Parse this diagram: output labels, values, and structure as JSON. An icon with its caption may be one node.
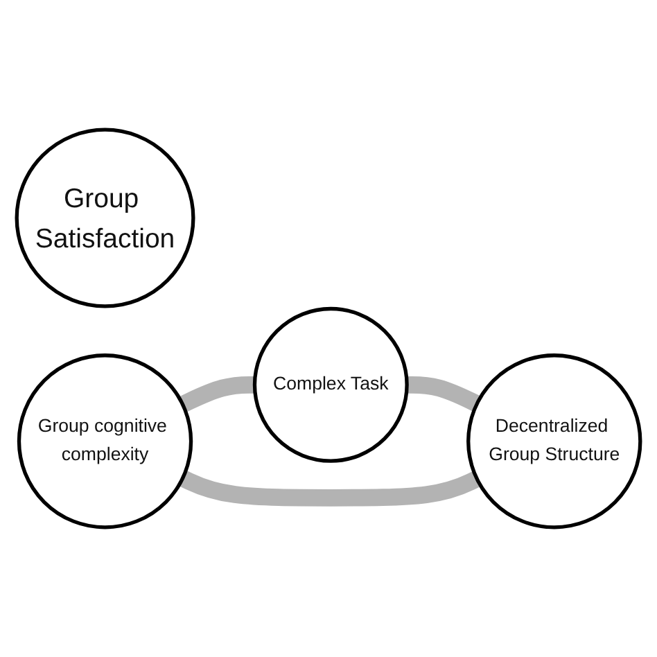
{
  "diagram": {
    "nodes": [
      {
        "text": [
          "Complex Task"
        ]
      },
      {
        "text": [
          "Group Satisfaction"
        ]
      },
      {
        "text": [
          "Group cognitive complexity"
        ]
      },
      {
        "text": [
          "Decentralized Group Structure"
        ]
      }
    ],
    "edges": [
      {
        "from": 2,
        "to": 0,
        "arrow": "none"
      },
      {
        "from": 0,
        "to": 3,
        "arrow": "none"
      },
      {
        "from": 2,
        "to": 3,
        "arrow": "none"
      }
    ]
  }
}
